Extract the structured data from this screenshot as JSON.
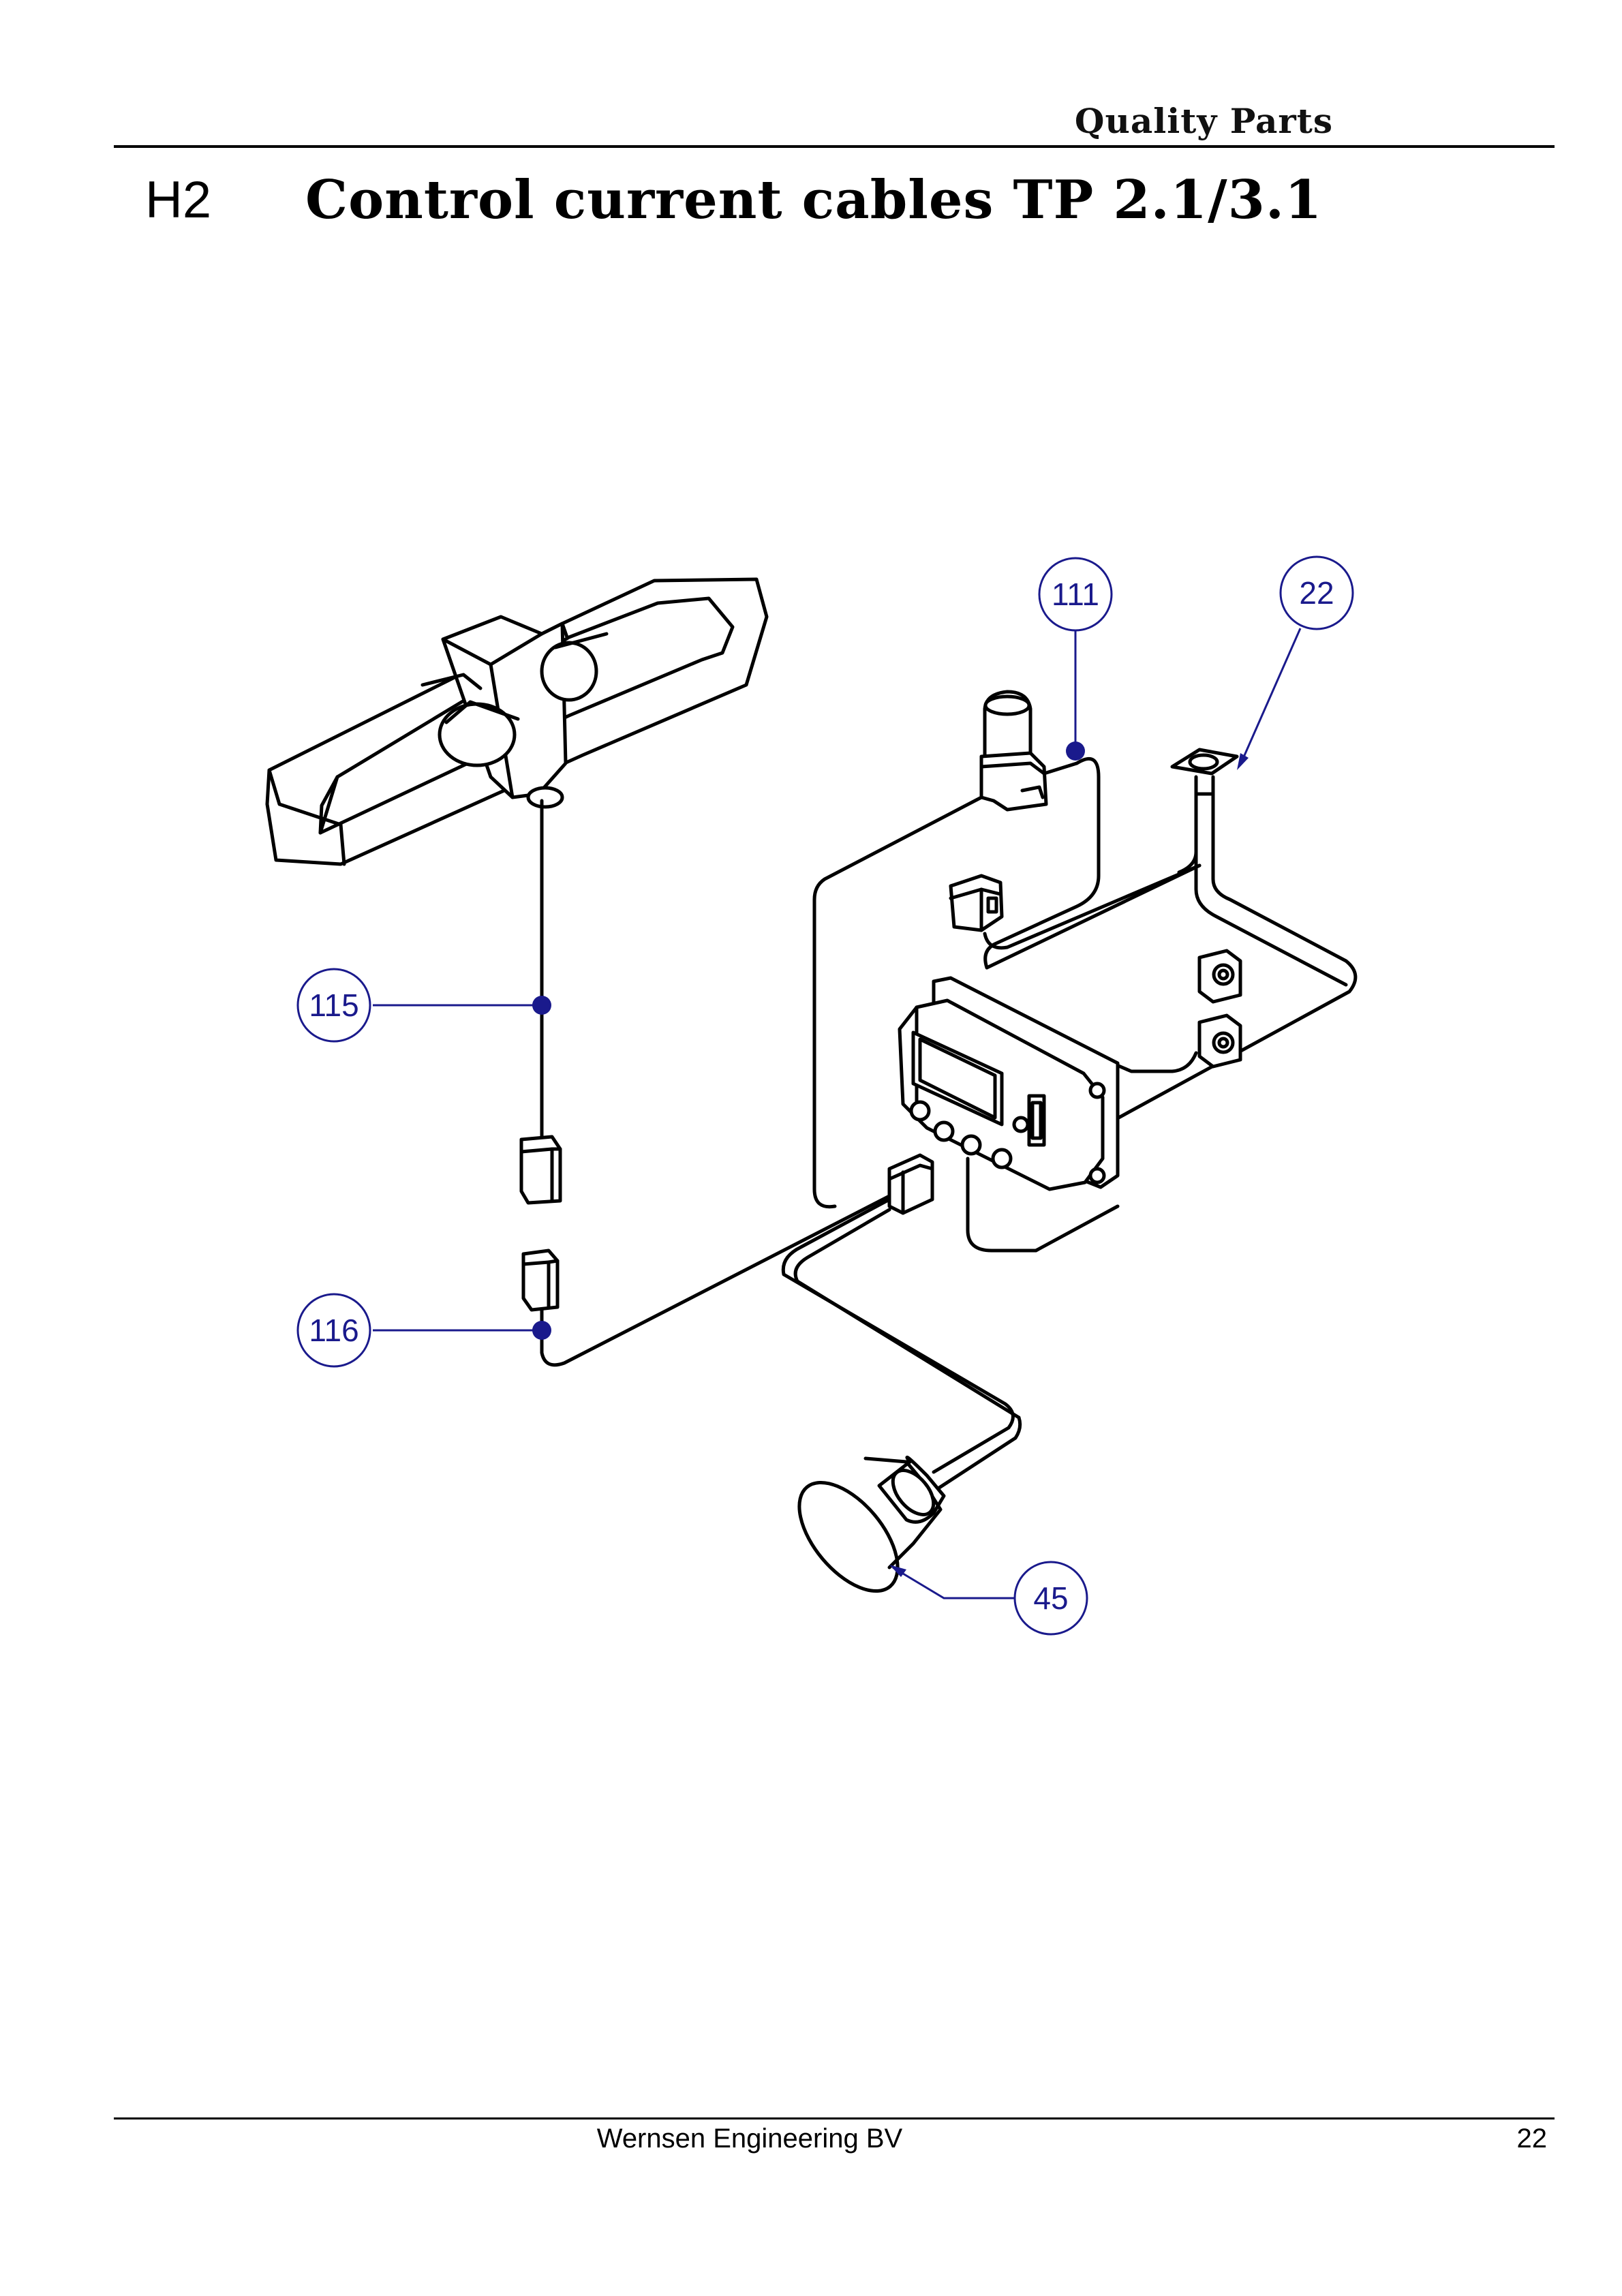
{
  "header": {
    "brand": "Quality Parts",
    "section_code": "H2",
    "section_title": "Control current cables TP 2.1/3.1"
  },
  "diagram": {
    "callouts": [
      {
        "id": "callout-111",
        "label": "111"
      },
      {
        "id": "callout-22",
        "label": "22"
      },
      {
        "id": "callout-115",
        "label": "115"
      },
      {
        "id": "callout-116",
        "label": "116"
      },
      {
        "id": "callout-45",
        "label": "45"
      }
    ],
    "callout_color": "#1a1a8c"
  },
  "footer": {
    "company": "Wernsen Engineering BV",
    "page_number": "22"
  }
}
